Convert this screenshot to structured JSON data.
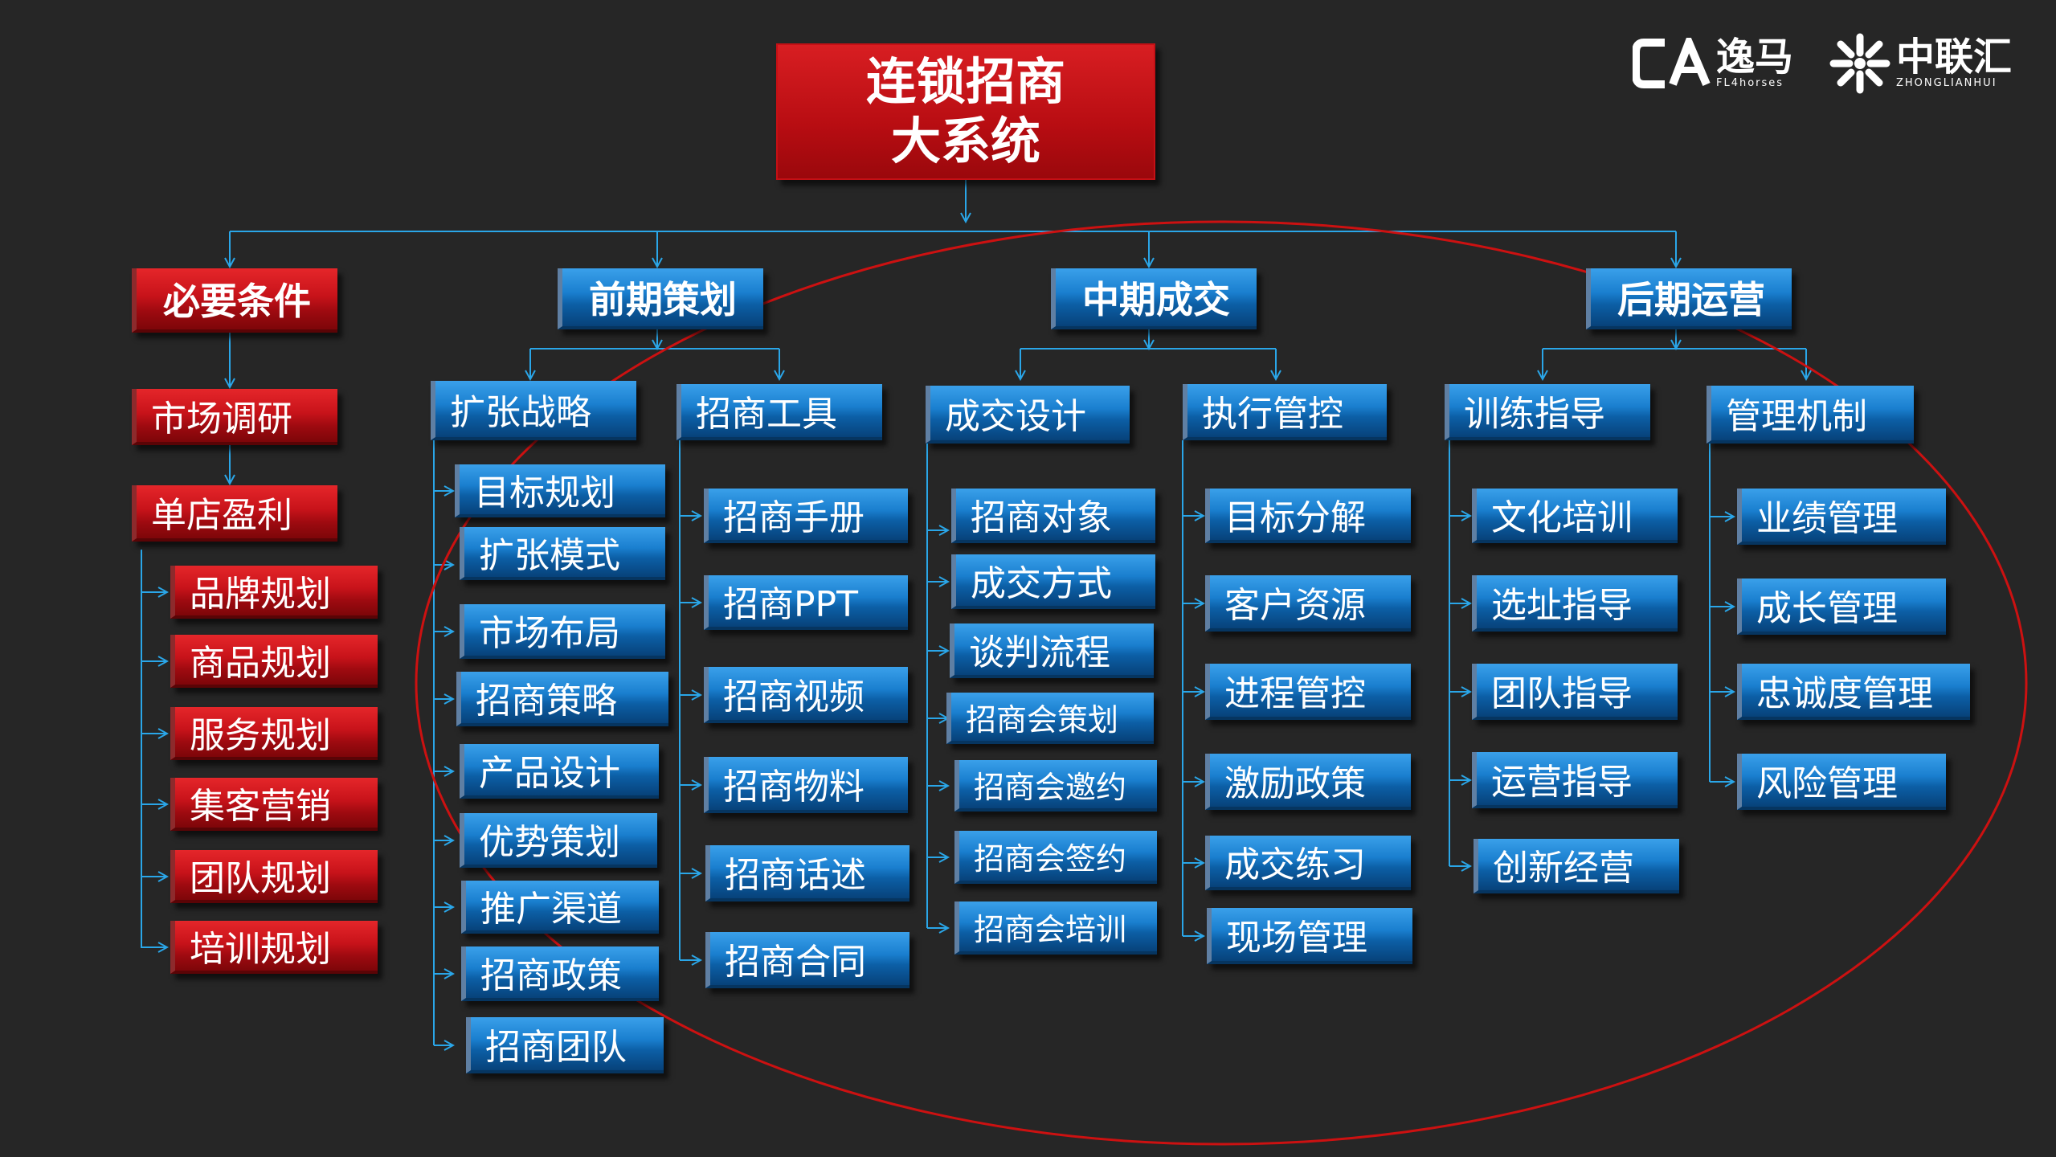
{
  "title": {
    "line1": "连锁招商",
    "line2": "大系统"
  },
  "logos": [
    {
      "cn": "逸马",
      "en": "FL4horses",
      "icon": "fly-horses-logo-icon"
    },
    {
      "cn": "中联汇",
      "en": "ZHONGLIANHUI",
      "icon": "zhonglianhui-logo-icon"
    }
  ],
  "colors": {
    "red": "#c8131a",
    "blue": "#1a7fcf",
    "connector": "#2aa6e8",
    "background": "#262626",
    "ellipse": "#cc1111"
  },
  "categories": [
    {
      "label": "必要条件",
      "style": "red",
      "chain": [
        "市场调研",
        "单店盈利"
      ],
      "items": [
        "品牌规划",
        "商品规划",
        "服务规划",
        "集客营销",
        "团队规划",
        "培训规划"
      ]
    },
    {
      "label": "前期策划",
      "style": "blue",
      "groups": [
        {
          "label": "扩张战略",
          "items": [
            "目标规划",
            "扩张模式",
            "市场布局",
            "招商策略",
            "产品设计",
            "优势策划",
            "推广渠道",
            "招商政策",
            "招商团队"
          ]
        },
        {
          "label": "招商工具",
          "items": [
            "招商手册",
            "招商PPT",
            "招商视频",
            "招商物料",
            "招商话述",
            "招商合同"
          ]
        }
      ]
    },
    {
      "label": "中期成交",
      "style": "blue",
      "groups": [
        {
          "label": "成交设计",
          "items": [
            "招商对象",
            "成交方式",
            "谈判流程",
            "招商会策划",
            "招商会邀约",
            "招商会签约",
            "招商会培训"
          ]
        },
        {
          "label": "执行管控",
          "items": [
            "目标分解",
            "客户资源",
            "进程管控",
            "激励政策",
            "成交练习",
            "现场管理"
          ]
        }
      ]
    },
    {
      "label": "后期运营",
      "style": "blue",
      "groups": [
        {
          "label": "训练指导",
          "items": [
            "文化培训",
            "选址指导",
            "团队指导",
            "运营指导",
            "创新经营"
          ]
        },
        {
          "label": "管理机制",
          "items": [
            "业绩管理",
            "成长管理",
            "忠诚度管理",
            "风险管理"
          ]
        }
      ]
    }
  ]
}
